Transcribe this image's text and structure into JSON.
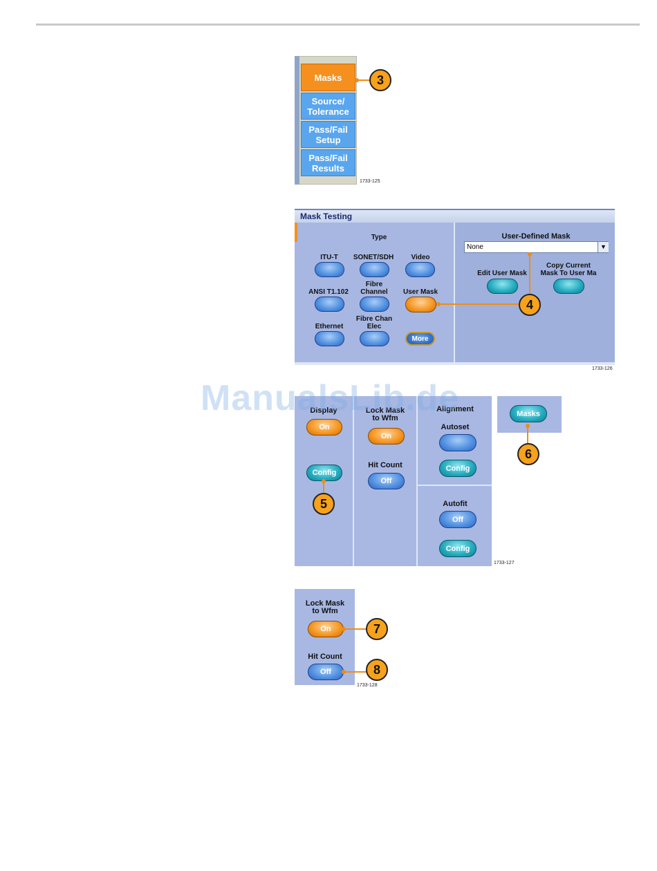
{
  "figure1": {
    "menu_items": [
      "Masks",
      "Source/\nTolerance",
      "Pass/Fail\nSetup",
      "Pass/Fail\nResults"
    ],
    "callout": "3",
    "figure_id": "1733-125"
  },
  "figure2": {
    "title": "Mask Testing",
    "type_label": "Type",
    "types": [
      "ITU-T",
      "SONET/SDH",
      "Video",
      "ANSI T1.102",
      "Fibre\nChannel",
      "User Mask",
      "Ethernet",
      "Fibre Chan\nElec"
    ],
    "more_label": "More",
    "user_defined_label": "User-Defined Mask",
    "dropdown_value": "None",
    "edit_user_mask": "Edit User Mask",
    "copy_current": "Copy Current\nMask To User Ma",
    "callout": "4",
    "figure_id": "1733-126"
  },
  "figure3": {
    "display_label": "Display",
    "display_value": "On",
    "config_label": "Config",
    "lock_mask_label": "Lock Mask\nto Wfm",
    "lock_mask_value": "On",
    "hit_count_label": "Hit Count",
    "hit_count_value": "Off",
    "alignment_label": "Alignment",
    "autoset_label": "Autoset",
    "autoset_config": "Config",
    "autofit_label": "Autofit",
    "autofit_value": "Off",
    "autofit_config": "Config",
    "masks_button": "Masks",
    "callout_5": "5",
    "callout_6": "6",
    "figure_id": "1733-127"
  },
  "figure4": {
    "lock_mask_label": "Lock Mask\nto Wfm",
    "lock_mask_value": "On",
    "hit_count_label": "Hit Count",
    "hit_count_value": "Off",
    "callout_7": "7",
    "callout_8": "8",
    "figure_id": "1733-128"
  },
  "watermark": "ManualsLib.de"
}
